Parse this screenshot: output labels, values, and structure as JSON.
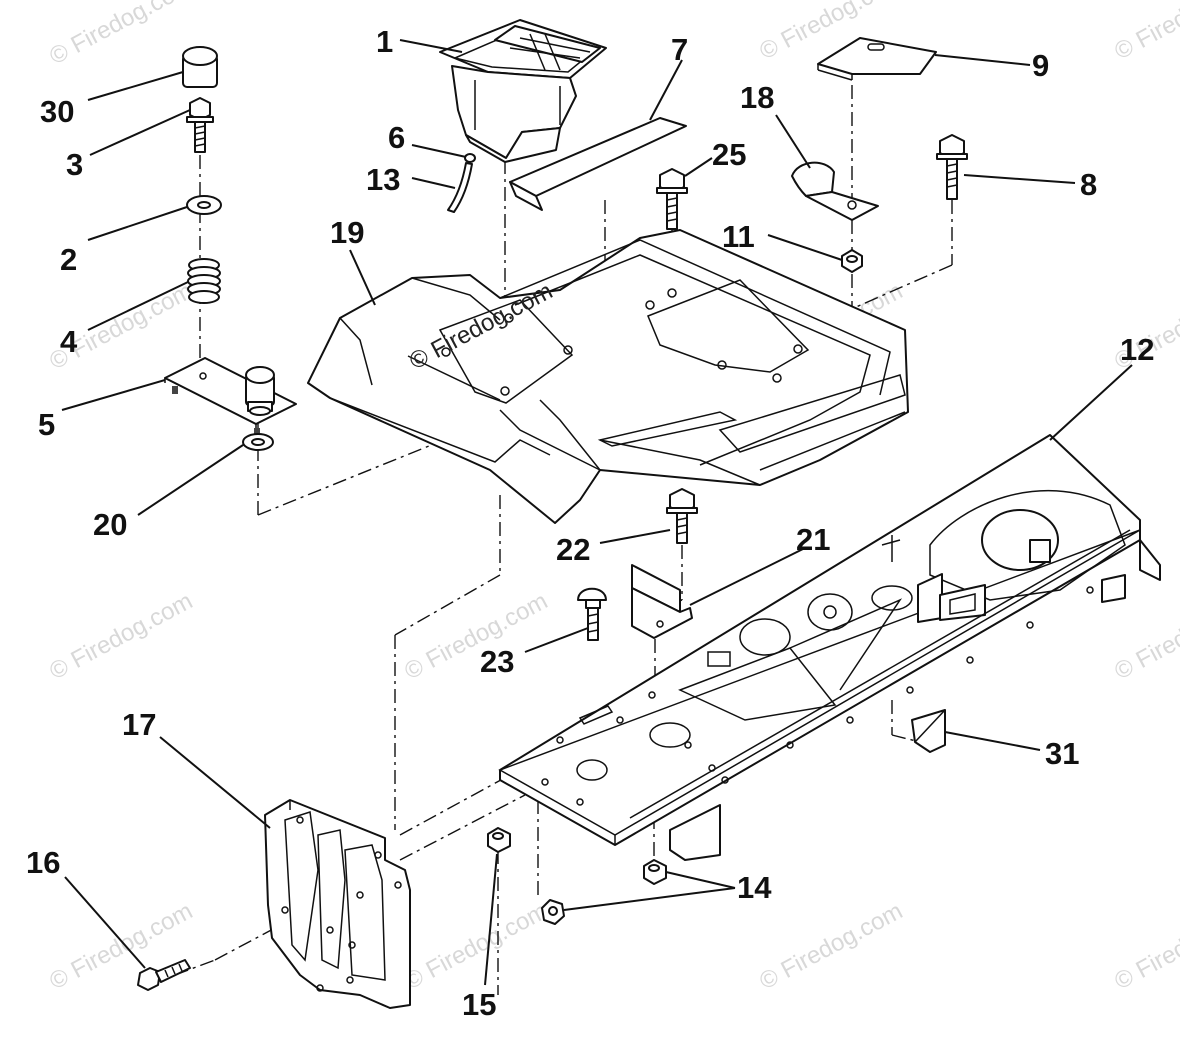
{
  "diagram": {
    "watermark_text": "© Firedog.com",
    "watermark_feature_text": "© Firedog.com",
    "callouts": [
      {
        "id": "1",
        "label": "1"
      },
      {
        "id": "30",
        "label": "30"
      },
      {
        "id": "3",
        "label": "3"
      },
      {
        "id": "2",
        "label": "2"
      },
      {
        "id": "4",
        "label": "4"
      },
      {
        "id": "5",
        "label": "5"
      },
      {
        "id": "20",
        "label": "20"
      },
      {
        "id": "6",
        "label": "6"
      },
      {
        "id": "13",
        "label": "13"
      },
      {
        "id": "7",
        "label": "7"
      },
      {
        "id": "25",
        "label": "25"
      },
      {
        "id": "19",
        "label": "19"
      },
      {
        "id": "18",
        "label": "18"
      },
      {
        "id": "9",
        "label": "9"
      },
      {
        "id": "8",
        "label": "8"
      },
      {
        "id": "11",
        "label": "11"
      },
      {
        "id": "12",
        "label": "12"
      },
      {
        "id": "22",
        "label": "22"
      },
      {
        "id": "21",
        "label": "21"
      },
      {
        "id": "23",
        "label": "23"
      },
      {
        "id": "31",
        "label": "31"
      },
      {
        "id": "17",
        "label": "17"
      },
      {
        "id": "16",
        "label": "16"
      },
      {
        "id": "14",
        "label": "14"
      },
      {
        "id": "15",
        "label": "15"
      }
    ]
  }
}
